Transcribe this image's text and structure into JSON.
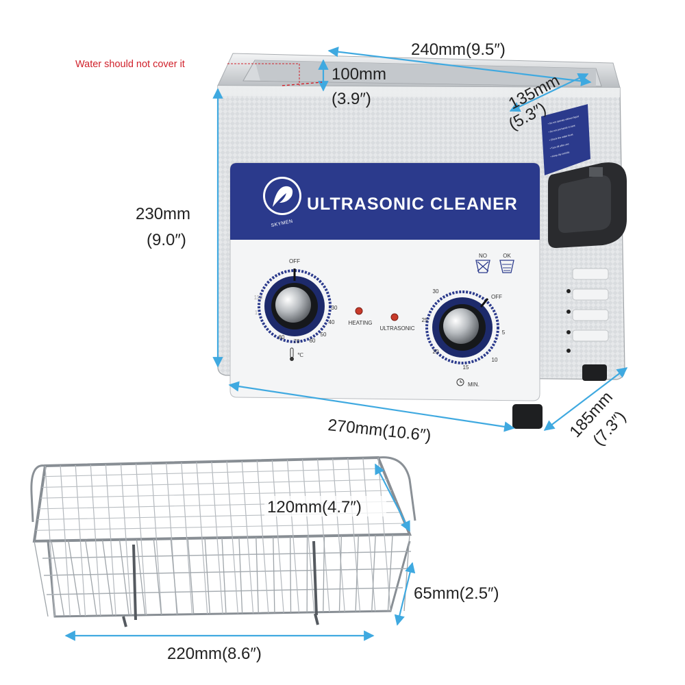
{
  "product": {
    "brand": "SKYMEN",
    "title": "ULTRASONIC CLEANER"
  },
  "controls": {
    "left_dial": {
      "off_label": "OFF",
      "unit": "℃",
      "scale": [
        "110",
        "1",
        "30",
        "40",
        "50",
        "60",
        "70",
        "80"
      ]
    },
    "indicators": {
      "heating": "HEATING",
      "ultrasonic": "ULTRASONIC"
    },
    "right_dial": {
      "off_label": "OFF",
      "unit": "MIN.",
      "scale": [
        "30",
        "25",
        "20",
        "15",
        "10",
        "5"
      ]
    },
    "icons": {
      "no_label": "NO",
      "ok_label": "OK"
    }
  },
  "annotations": {
    "water_warning": "Water should not cover it",
    "tank_length": "240mm(9.5″)",
    "tank_depth_mm": "100mm",
    "tank_depth_in": "(3.9″)",
    "tank_width_mm": "135mm",
    "tank_width_in": "(5.3″)",
    "height_mm": "230mm",
    "height_in": "(9.0″)",
    "body_length": "270mm(10.6″)",
    "body_width_mm": "185mm",
    "body_width_in": "(7.3″)",
    "basket_width": "120mm(4.7″)",
    "basket_height": "65mm(2.5″)",
    "basket_length": "220mm(8.6″)"
  },
  "colors": {
    "dimension_line": "#3fa9e0",
    "warning": "#d0202a",
    "panel_blue": "#2b3a8c",
    "steel": "#e4e6e8"
  }
}
